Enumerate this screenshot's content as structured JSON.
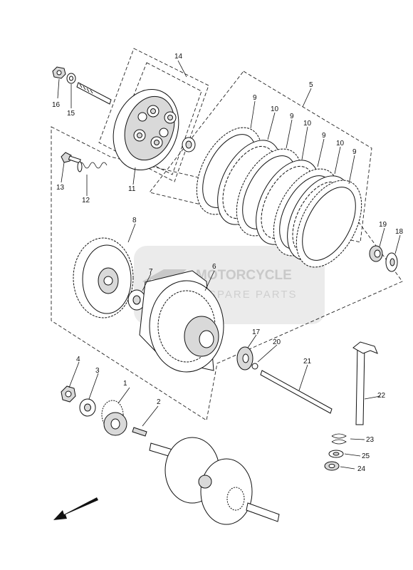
{
  "callouts": [
    {
      "id": "1",
      "text": "1"
    },
    {
      "id": "2",
      "text": "2"
    },
    {
      "id": "3",
      "text": "3"
    },
    {
      "id": "4",
      "text": "4"
    },
    {
      "id": "5",
      "text": "5"
    },
    {
      "id": "6",
      "text": "6"
    },
    {
      "id": "7",
      "text": "7"
    },
    {
      "id": "8",
      "text": "8"
    },
    {
      "id": "9a",
      "text": "9"
    },
    {
      "id": "9b",
      "text": "9"
    },
    {
      "id": "9c",
      "text": "9"
    },
    {
      "id": "9d",
      "text": "9"
    },
    {
      "id": "10a",
      "text": "10"
    },
    {
      "id": "10b",
      "text": "10"
    },
    {
      "id": "10c",
      "text": "10"
    },
    {
      "id": "11",
      "text": "11"
    },
    {
      "id": "12",
      "text": "12"
    },
    {
      "id": "13",
      "text": "13"
    },
    {
      "id": "14",
      "text": "14"
    },
    {
      "id": "15",
      "text": "15"
    },
    {
      "id": "16",
      "text": "16"
    },
    {
      "id": "17",
      "text": "17"
    },
    {
      "id": "18",
      "text": "18"
    },
    {
      "id": "19",
      "text": "19"
    },
    {
      "id": "20",
      "text": "20"
    },
    {
      "id": "21",
      "text": "21"
    },
    {
      "id": "22",
      "text": "22"
    },
    {
      "id": "23",
      "text": "23"
    },
    {
      "id": "24",
      "text": "24"
    },
    {
      "id": "25",
      "text": "25"
    }
  ],
  "watermark": {
    "line1": "MOTORCYCLE",
    "line2": "SPARE PARTS",
    "badge_color": "#e7e7e7",
    "logo_color": "#c0c0c0"
  },
  "direction_arrow": "front-direction-arrow"
}
